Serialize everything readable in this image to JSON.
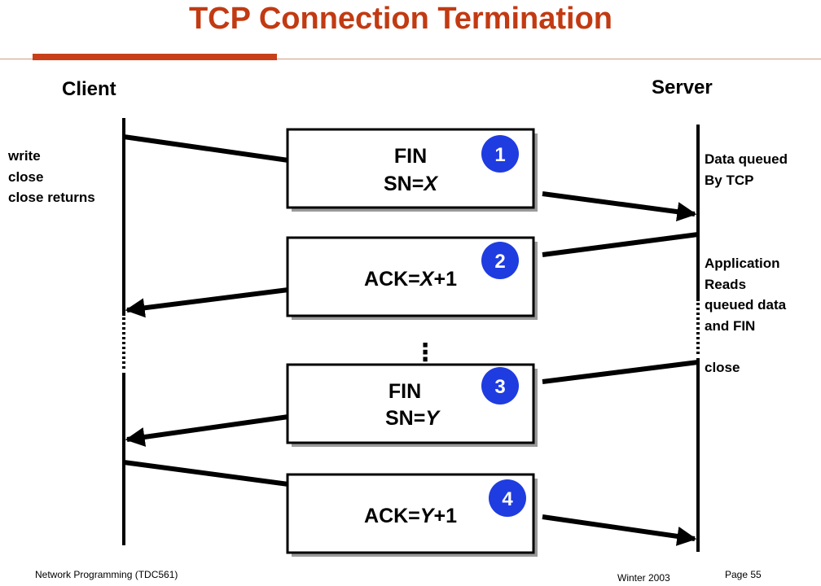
{
  "title": "TCP Connection Termination",
  "client_label": "Client",
  "server_label": "Server",
  "client_notes": "write\nclose\nclose returns",
  "server_notes": [
    "Data queued\nBy TCP",
    "Application\nReads\nqueued data\nand FIN",
    "close"
  ],
  "segments": [
    {
      "number": "1",
      "lines": [
        {
          "text": "FIN"
        },
        {
          "text": "SN=",
          "var": "X"
        }
      ]
    },
    {
      "number": "2",
      "lines": [
        {
          "text": "ACK=",
          "var": "X",
          "suffix": "+1"
        }
      ]
    },
    {
      "number": "3",
      "lines": [
        {
          "text": "FIN"
        },
        {
          "text": "SN=",
          "var": "Y"
        }
      ]
    },
    {
      "number": "4",
      "lines": [
        {
          "text": "ACK=",
          "var": "Y",
          "suffix": "+1"
        }
      ]
    }
  ],
  "ellipsis": "⋮",
  "colors": {
    "badge": "#1f3ce0",
    "title": "#c23a12",
    "shadow": "#9a9a9a"
  },
  "footer": {
    "course": "Network Programming  (TDC561)",
    "term": "Winter  2003",
    "page": "Page 55"
  }
}
